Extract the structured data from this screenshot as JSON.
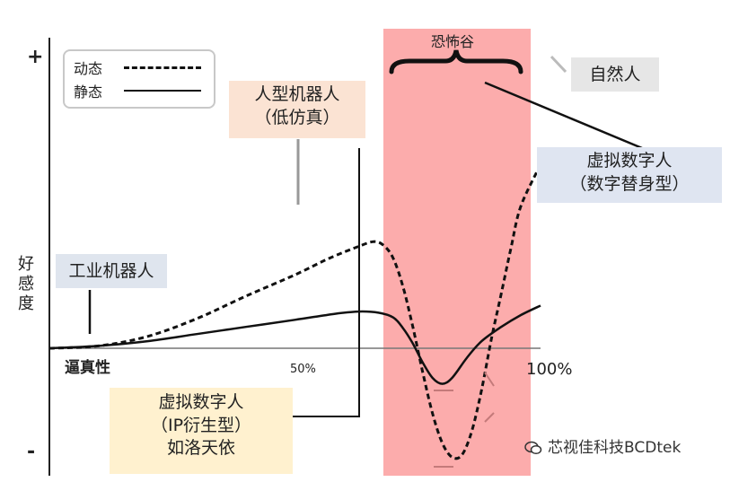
{
  "chart_data": {
    "type": "line",
    "title": "",
    "xlabel": "逼真性",
    "ylabel": "好感度",
    "x_tick_labels": [
      "50%",
      "100%"
    ],
    "y_tick_labels": [
      "+",
      "-"
    ],
    "xlim": [
      0,
      100
    ],
    "ylim": [
      -1,
      1
    ],
    "grid": false,
    "legend": {
      "placement": "top-left",
      "entries": [
        {
          "label": "动态",
          "style": "dashed"
        },
        {
          "label": "静态",
          "style": "solid"
        }
      ]
    },
    "highlight_region": {
      "label": "恐怖谷",
      "x_start": 68,
      "x_end": 98,
      "color": "#fca8a8"
    },
    "series": [
      {
        "name": "动态",
        "style": "dashed",
        "points": [
          [
            0,
            0.0
          ],
          [
            10,
            0.02
          ],
          [
            20,
            0.1
          ],
          [
            30,
            0.25
          ],
          [
            40,
            0.44
          ],
          [
            50,
            0.62
          ],
          [
            57,
            0.76
          ],
          [
            63,
            0.86
          ],
          [
            66,
            0.9
          ],
          [
            68,
            0.87
          ],
          [
            70,
            0.76
          ],
          [
            72,
            0.52
          ],
          [
            74,
            0.18
          ],
          [
            76,
            -0.2
          ],
          [
            78,
            -0.55
          ],
          [
            80,
            -0.8
          ],
          [
            82,
            -0.92
          ],
          [
            84,
            -0.9
          ],
          [
            86,
            -0.7
          ],
          [
            88,
            -0.35
          ],
          [
            90,
            0.08
          ],
          [
            92,
            0.46
          ],
          [
            94,
            0.85
          ],
          [
            96,
            1.2
          ],
          [
            100,
            1.55
          ]
        ]
      },
      {
        "name": "静态",
        "style": "solid",
        "points": [
          [
            0,
            0.0
          ],
          [
            10,
            0.02
          ],
          [
            20,
            0.06
          ],
          [
            30,
            0.12
          ],
          [
            40,
            0.18
          ],
          [
            50,
            0.24
          ],
          [
            58,
            0.29
          ],
          [
            63,
            0.31
          ],
          [
            67,
            0.3
          ],
          [
            70,
            0.26
          ],
          [
            72,
            0.17
          ],
          [
            74,
            0.04
          ],
          [
            76,
            -0.12
          ],
          [
            78,
            -0.25
          ],
          [
            80,
            -0.3
          ],
          [
            82,
            -0.25
          ],
          [
            85,
            -0.08
          ],
          [
            88,
            0.06
          ],
          [
            92,
            0.18
          ],
          [
            96,
            0.28
          ],
          [
            100,
            0.36
          ]
        ]
      }
    ],
    "annotations": [
      {
        "text": "工业机器人",
        "bg": "#dfe5ee"
      },
      {
        "lines": [
          "人型机器人",
          "（低仿真）"
        ],
        "bg": "#fbe3d3"
      },
      {
        "text": "自然人",
        "bg": "#e6e6e6"
      },
      {
        "lines": [
          "虚拟数字人",
          "（数字替身型）"
        ],
        "bg": "#dfe5f1"
      },
      {
        "lines": [
          "虚拟数字人",
          "（IP衍生型）",
          "如洛天依"
        ],
        "bg": "#fff1cf"
      }
    ]
  },
  "watermark": {
    "text": "芯视佳科技BCDtek"
  }
}
